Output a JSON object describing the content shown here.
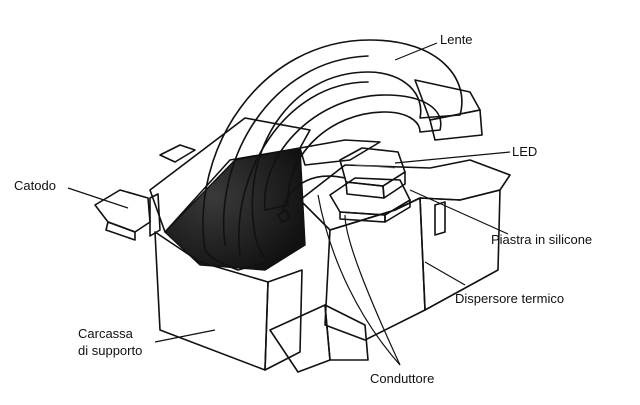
{
  "diagram": {
    "labels": {
      "lens": "Lente",
      "led": "LED",
      "cathode": "Catodo",
      "silicon_plate": "Piastra in silicone",
      "heat_sink": "Dispersore termico",
      "support_housing_line1": "Carcassa",
      "support_housing_line2": "di supporto",
      "conductor": "Conduttore"
    },
    "colors": {
      "ink": "#111111",
      "paper": "#ffffff",
      "shade_dark": "#2a2a2a",
      "shade_mid": "#8a8a8a",
      "shade_light": "#d6d6d6"
    }
  }
}
